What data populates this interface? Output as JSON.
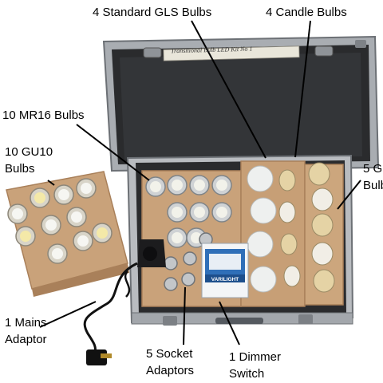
{
  "labels": {
    "gls": "4 Standard GLS Bulbs",
    "candle": "4 Candle Bulbs",
    "mr16": "10 MR16 Bulbs",
    "gu10_line1": "10 GU10",
    "gu10_line2": "Bulbs",
    "five_g_line1": "5 G",
    "five_g_line2": "Bulb",
    "mains_line1": "1 Mains",
    "mains_line2": "Adaptor",
    "socket_line1": "5 Socket",
    "socket_line2": "Adaptors",
    "dimmer_line1": "1 Dimmer",
    "dimmer_line2": "Switch"
  },
  "lid_label": "Transitional Bulb LED Kit No 1",
  "dimmer_box_text": "VARILIGHT",
  "colors": {
    "case_metal": "#b9bcc0",
    "case_lining": "#2a2b2d",
    "wood": "#c9a27a",
    "wood_dark": "#a9805a",
    "dimmer_blue": "#2f6fb8"
  }
}
